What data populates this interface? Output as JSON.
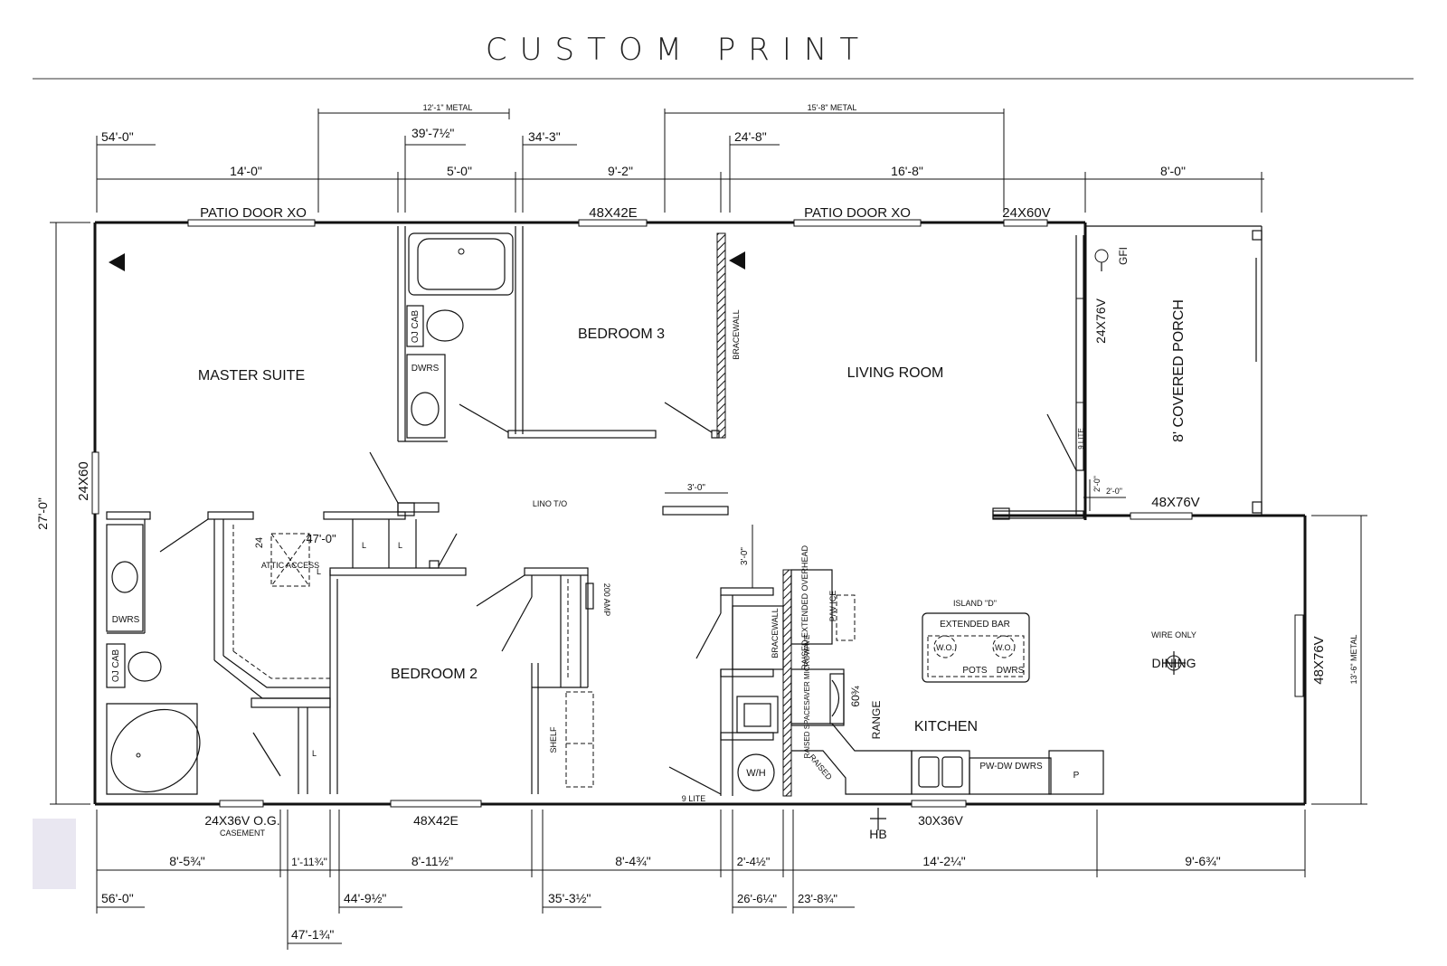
{
  "header": {
    "title": "CUSTOM PRINT"
  },
  "metal_notes": {
    "left": "12'-1\" METAL",
    "right": "15'-8\" METAL",
    "side": "13'-6\" METAL"
  },
  "top_dims": {
    "d14": "14'-0\"",
    "d5": "5'-0\"",
    "d9": "9'-2\"",
    "d16": "16'-8\"",
    "d8": "8'-0\""
  },
  "top_running": {
    "r54": "54'-0\"",
    "r39": "39'-7½\"",
    "r34": "34'-3\"",
    "r24": "24'-8\""
  },
  "windows_top": {
    "patio1": "PATIO DOOR XO",
    "w48x42e": "48X42E",
    "patio2": "PATIO DOOR XO",
    "w24x60v": "24X60V"
  },
  "side_dims": {
    "overall": "27'-0\"",
    "left_window": "24X60",
    "right_window": "48X76V"
  },
  "rooms": {
    "master": "MASTER SUITE",
    "bed3": "BEDROOM 3",
    "living": "LIVING ROOM",
    "bed2": "BEDROOM 2",
    "kitchen": "KITCHEN",
    "porch": "8' COVERED PORCH",
    "dining": "DINING"
  },
  "fixtures": {
    "oj_cab_top": "OJ CAB",
    "dwrs_top": "DWRS",
    "dwrs_left": "DWRS",
    "oj_cab_left": "OJ CAB",
    "bracewall_top": "BRACEWALL",
    "bracewall_kitchen": "BRACEWALL",
    "lino": "LINO T/O",
    "three_ft_h": "3'-0\"",
    "three_ft_v": "3'-0\"",
    "attic_24": "24",
    "attic_47": "47'-0\"",
    "attic_access": "ATTIC ACCESS",
    "amp": "200 AMP",
    "shelf": "SHELF",
    "wh": "W/H",
    "gfi": "GFI",
    "porch_window": "24X76V",
    "nine_lite_porch": "9 LITE",
    "two_ft_a": "2'-0\"",
    "two_ft_b": "2'-0\"",
    "porch_bottom_window": "48X76V",
    "raised_overhead": "RAISED EXTENDED OVERHEAD",
    "pw_ice": "P/W ICE",
    "raised_microwave": "RAISED SPACESAVER MICROWAVE",
    "raised": "RAISED",
    "sixty": "60¾",
    "range": "RANGE",
    "island": "ISLAND \"D\"",
    "ext_bar": "EXTENDED BAR",
    "wo1": "W.O.",
    "wo2": "W.O.",
    "pots": "POTS",
    "dwrs_island": "DWRS",
    "wire_only": "WIRE ONLY",
    "pwdw": "PW-DW DWRS",
    "p": "P",
    "nine_lite_bottom": "9 LITE"
  },
  "bottom_windows": {
    "casement": "24X36V O.G.",
    "casement_sub": "CASEMENT",
    "w48x42e": "48X42E",
    "w30x36v": "30X36V",
    "hb": "HB"
  },
  "bottom_dims": {
    "d1": "8'-5¾\"",
    "d2": "1'-11¾\"",
    "d3": "8'-11½\"",
    "d4": "8'-4¾\"",
    "d5": "2'-4½\"",
    "d6": "14'-2¼\"",
    "d7": "9'-6¾\""
  },
  "bottom_running": {
    "r56": "56'-0\"",
    "r44": "44'-9½\"",
    "r35": "35'-3½\"",
    "r26": "26'-6¼\"",
    "r23": "23'-8¾\"",
    "r47": "47'-1¾\""
  }
}
